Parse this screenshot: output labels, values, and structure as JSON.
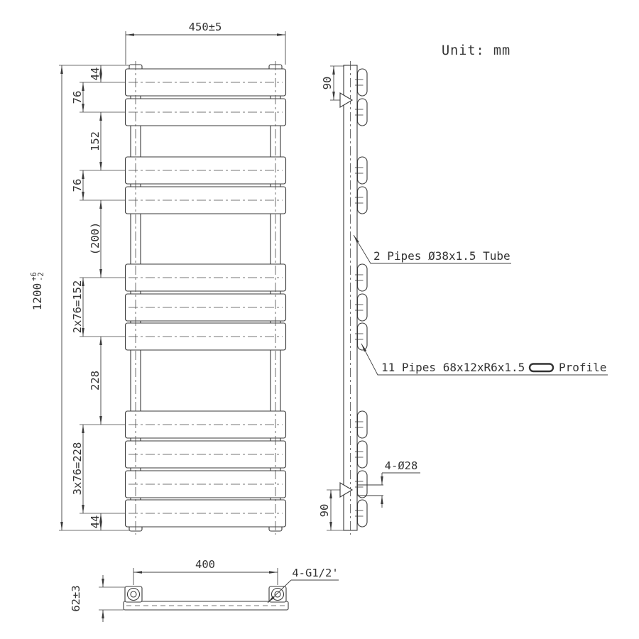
{
  "unit_label": "Unit: mm",
  "front_view": {
    "width_dim": "450±5",
    "height_dim_value": "1200",
    "height_dim_tol_plus": "+6",
    "height_dim_tol_minus": "-2",
    "spacing_dims": {
      "top_44": "44",
      "d76_a": "76",
      "d152": "152",
      "d76_b": "76",
      "d200_ref": "(200)",
      "group_2x76": "2x76=152",
      "d228": "228",
      "group_3x76": "3x76=228",
      "bottom_44": "44"
    }
  },
  "side_view": {
    "top_offset_dim": "90",
    "bottom_offset_dim": "90",
    "connection_dim": "4-Ø28",
    "tube_label": "2 Pipes Ø38x1.5 Tube",
    "profile_label": "11 Pipes 68x12xR6x1.5",
    "profile_label_suffix": "Profile"
  },
  "bottom_view": {
    "center_distance_dim": "400",
    "depth_dim": "62±3",
    "fitting_label": "4-G1/2'"
  }
}
